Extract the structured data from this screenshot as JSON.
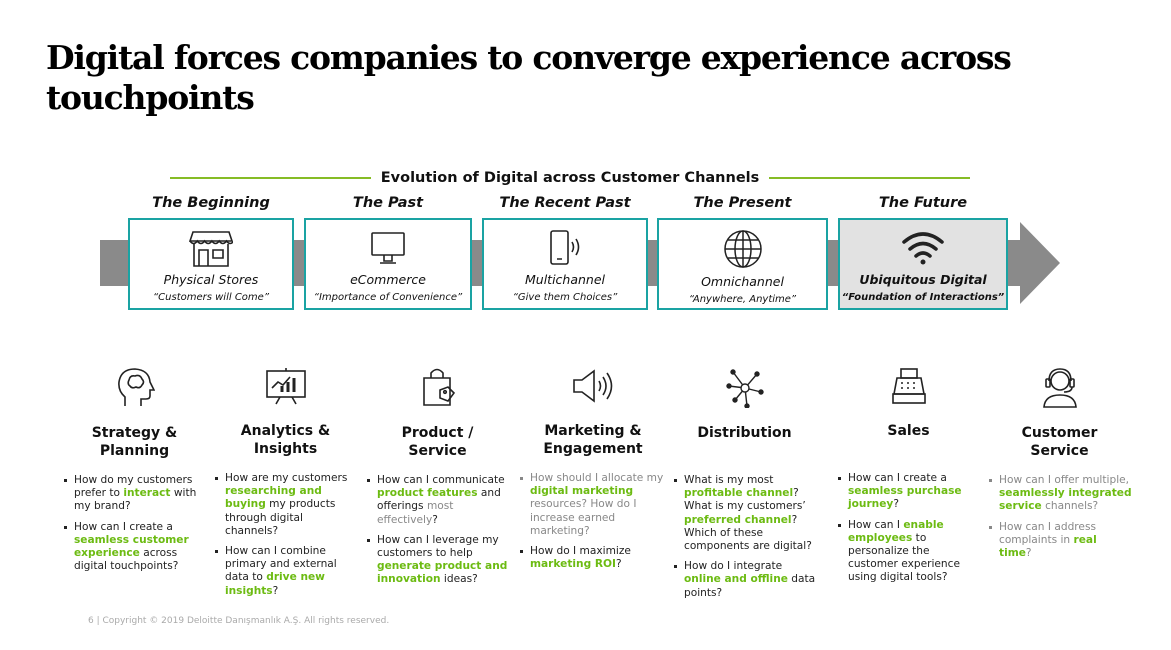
{
  "title": "Digital forces companies to converge experience across touchpoints",
  "evolution_heading": "Evolution of Digital across Customer Channels",
  "stages": [
    {
      "label": "The Beginning",
      "name": "Physical Stores",
      "quote": "“Customers will Come”",
      "icon": "storefront-icon"
    },
    {
      "label": "The Past",
      "name": "eCommerce",
      "quote": "“Importance of Convenience”",
      "icon": "monitor-icon"
    },
    {
      "label": "The Recent Past",
      "name": "Multichannel",
      "quote": "“Give them Choices”",
      "icon": "smartphone-icon"
    },
    {
      "label": "The Present",
      "name": "Omnichannel",
      "quote": "“Anywhere, Anytime”",
      "icon": "globe-icon"
    },
    {
      "label": "The Future",
      "name": "Ubiquitous Digital",
      "quote": "“Foundation of Interactions”",
      "icon": "wifi-icon"
    }
  ],
  "columns": [
    {
      "title": "Strategy & Planning",
      "icon": "brain-head-icon",
      "bullets": [
        {
          "muted": false,
          "segs": [
            [
              "How do my customers prefer to ",
              ""
            ],
            [
              "interact",
              "g"
            ],
            [
              " with my brand?",
              ""
            ]
          ]
        },
        {
          "muted": false,
          "segs": [
            [
              "How can I create a ",
              ""
            ],
            [
              "seamless customer experience",
              "g"
            ],
            [
              " across digital touchpoints?",
              ""
            ]
          ]
        }
      ]
    },
    {
      "title": "Analytics & Insights",
      "icon": "analytics-chart-icon",
      "bullets": [
        {
          "muted": false,
          "segs": [
            [
              "How are my customers ",
              ""
            ],
            [
              "researching and buying",
              "g"
            ],
            [
              " my products through digital channels?",
              ""
            ]
          ]
        },
        {
          "muted": false,
          "segs": [
            [
              "How can I combine primary and external data to ",
              ""
            ],
            [
              "drive new insights",
              "g"
            ],
            [
              "?",
              ""
            ]
          ]
        }
      ]
    },
    {
      "title": "Product / Service",
      "icon": "shopping-bag-tag-icon",
      "bullets": [
        {
          "muted": false,
          "segs": [
            [
              "How can I communicate ",
              ""
            ],
            [
              "product features",
              "g"
            ],
            [
              " and offerings ",
              ""
            ],
            [
              "most effectively",
              "m"
            ],
            [
              "?",
              ""
            ]
          ]
        },
        {
          "muted": false,
          "segs": [
            [
              "How can I leverage my customers to help ",
              ""
            ],
            [
              "generate product and innovation",
              "g"
            ],
            [
              " ideas?",
              ""
            ]
          ]
        }
      ]
    },
    {
      "title": "Marketing & Engagement",
      "icon": "speaker-icon",
      "bullets": [
        {
          "muted": true,
          "segs": [
            [
              "How should I allocate my ",
              ""
            ],
            [
              "digital marketing",
              "g"
            ],
            [
              " resources? How do I increase earned marketing?",
              ""
            ]
          ]
        },
        {
          "muted": false,
          "segs": [
            [
              "How do I maximize ",
              ""
            ],
            [
              "marketing ROI",
              "g"
            ],
            [
              "?",
              ""
            ]
          ]
        }
      ]
    },
    {
      "title": "Distribution",
      "icon": "network-nodes-icon",
      "bullets": [
        {
          "muted": false,
          "segs": [
            [
              "What is my most ",
              ""
            ],
            [
              "profitable channel",
              "g"
            ],
            [
              "? What is my customers’ ",
              ""
            ],
            [
              "preferred channel",
              "g"
            ],
            [
              "? Which of these components are digital?",
              ""
            ]
          ]
        },
        {
          "muted": false,
          "segs": [
            [
              "How do I integrate ",
              ""
            ],
            [
              "online and offline",
              "g"
            ],
            [
              " data points?",
              ""
            ]
          ]
        }
      ]
    },
    {
      "title": "Sales",
      "icon": "cash-register-icon",
      "bullets": [
        {
          "muted": false,
          "segs": [
            [
              "How can I create a ",
              ""
            ],
            [
              "seamless purchase journey",
              "g"
            ],
            [
              "?",
              ""
            ]
          ]
        },
        {
          "muted": false,
          "segs": [
            [
              "How can I ",
              ""
            ],
            [
              "enable employees",
              "g"
            ],
            [
              " to personalize the customer experience using digital tools?",
              ""
            ]
          ]
        }
      ]
    },
    {
      "title": "Customer Service",
      "icon": "headset-agent-icon",
      "bullets": [
        {
          "muted": true,
          "segs": [
            [
              "How can I offer multiple, ",
              ""
            ],
            [
              "seamlessly integrated service",
              "g"
            ],
            [
              " channels?",
              ""
            ]
          ]
        },
        {
          "muted": true,
          "segs": [
            [
              "How can I address complaints in ",
              ""
            ],
            [
              "real time",
              "g"
            ],
            [
              "?",
              ""
            ]
          ]
        }
      ]
    }
  ],
  "footer": "6  |  Copyright © 2019 Deloitte Danışmanlık A.Ş. All rights reserved.",
  "colors": {
    "accent_green": "#86bc25",
    "teal": "#1aa3a3",
    "arrow_gray": "#8a8a8a"
  }
}
